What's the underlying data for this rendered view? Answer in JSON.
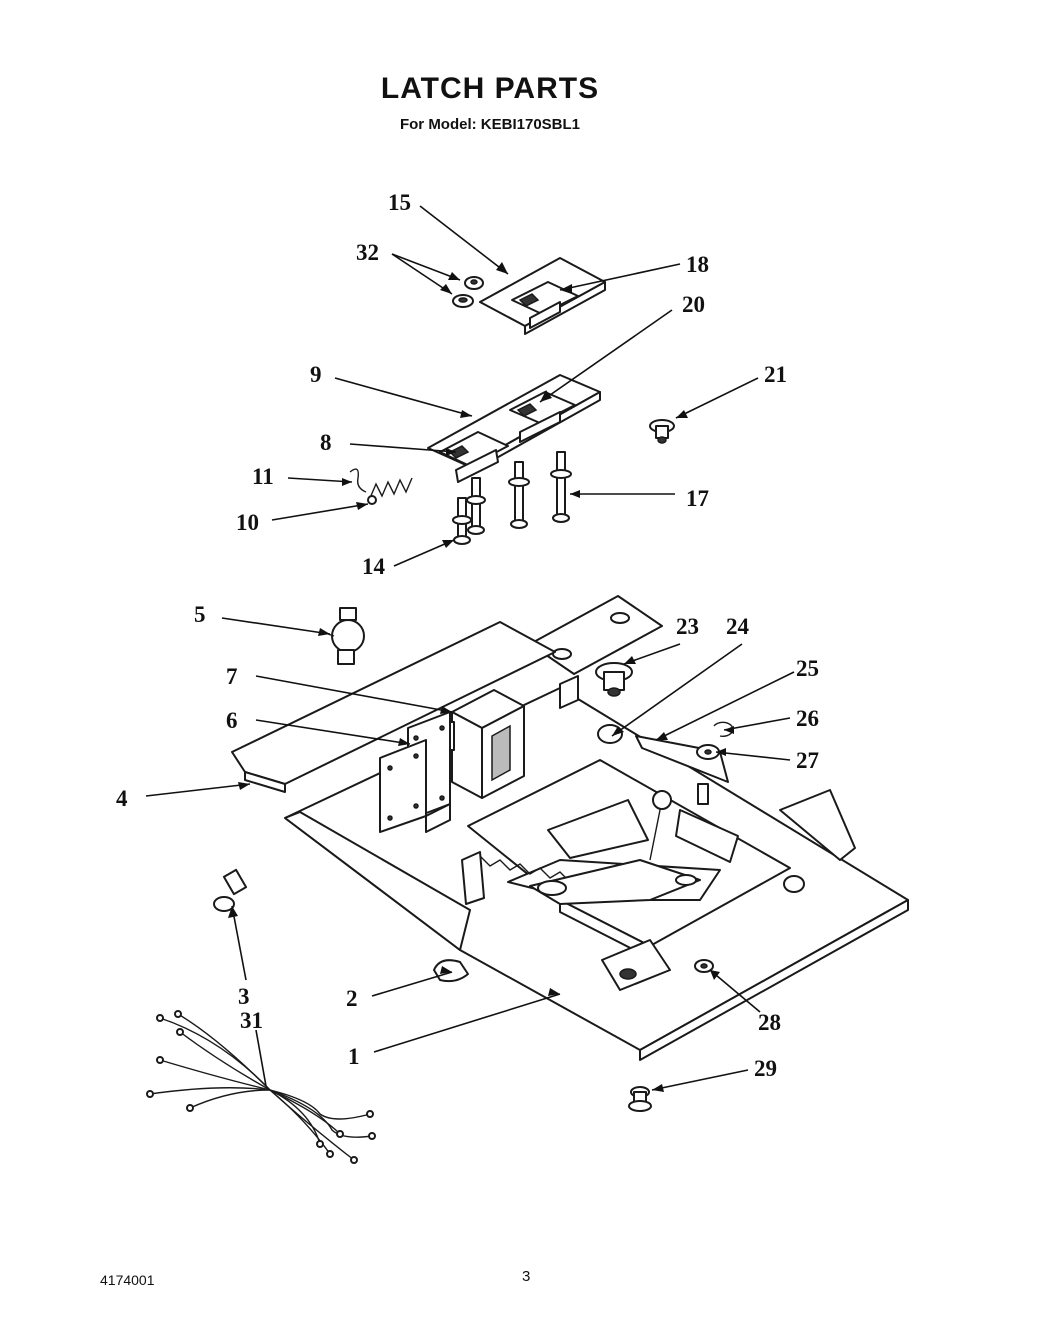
{
  "header": {
    "title": "LATCH PARTS",
    "model_line": "For Model: KEBI170SBL1"
  },
  "footer": {
    "doc_number": "4174001",
    "page_number": "3"
  },
  "callouts": {
    "c1": "1",
    "c2": "2",
    "c3": "3",
    "c4": "4",
    "c5": "5",
    "c6": "6",
    "c7": "7",
    "c8": "8",
    "c9": "9",
    "c10": "10",
    "c11": "11",
    "c14": "14",
    "c15": "15",
    "c17": "17",
    "c18": "18",
    "c20": "20",
    "c21": "21",
    "c23": "23",
    "c24": "24",
    "c25": "25",
    "c26": "26",
    "c27": "27",
    "c28": "28",
    "c29": "29",
    "c31": "31",
    "c32": "32"
  }
}
